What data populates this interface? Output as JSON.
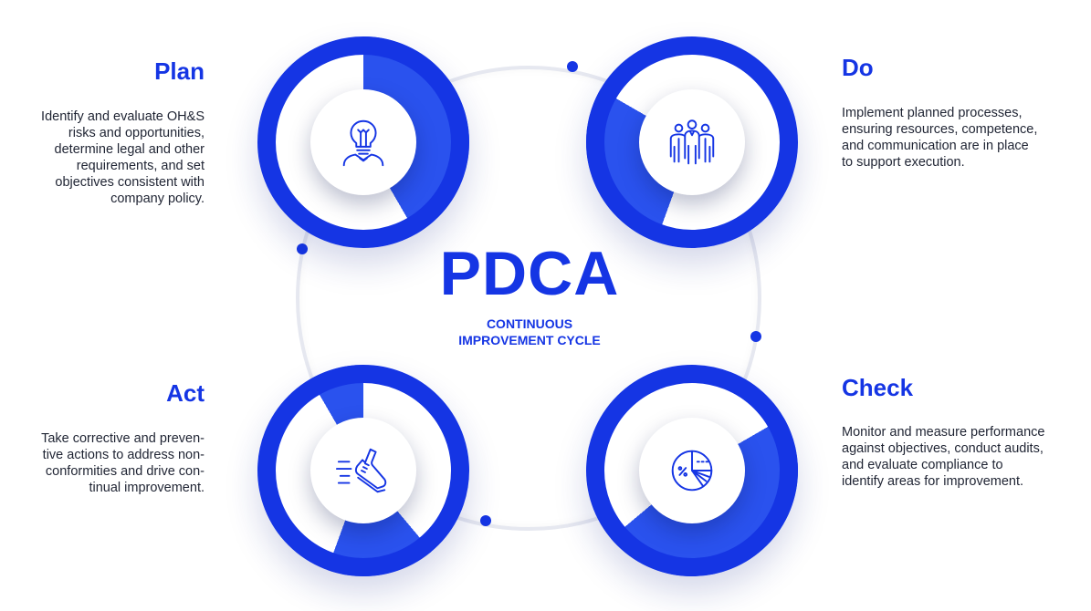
{
  "center": {
    "title": "PDCA",
    "subtitle_lines": [
      "CONTINUOUS",
      "IMPROVEMENT CYCLE"
    ]
  },
  "stages": {
    "plan": {
      "title": "Plan",
      "lines": [
        "Identify and evaluate OH&S",
        "risks and opportunities,",
        "determine legal and other",
        "requirements, and set",
        "objectives consistent with",
        "company policy."
      ],
      "icon": "lightbulb-head-icon"
    },
    "do": {
      "title": "Do",
      "lines": [
        "Implement planned processes,",
        "ensuring resources, competence,",
        "and communication are in place",
        "to support execution."
      ],
      "icon": "team-people-icon"
    },
    "act": {
      "title": "Act",
      "lines": [
        "Take corrective and preven-",
        "tive actions to address non-",
        "conformities and drive con-",
        "tinual improvement."
      ],
      "icon": "running-shoe-icon"
    },
    "check": {
      "title": "Check",
      "lines": [
        "Monitor and measure performance",
        "against objectives, conduct audits,",
        "and evaluate compliance to",
        "identify areas for improvement."
      ],
      "icon": "pie-chart-icon"
    }
  },
  "colors": {
    "accent": "#1535e4",
    "accent_light": "#2a52ee",
    "text": "#1f2433",
    "track": "#e6e8f0"
  }
}
